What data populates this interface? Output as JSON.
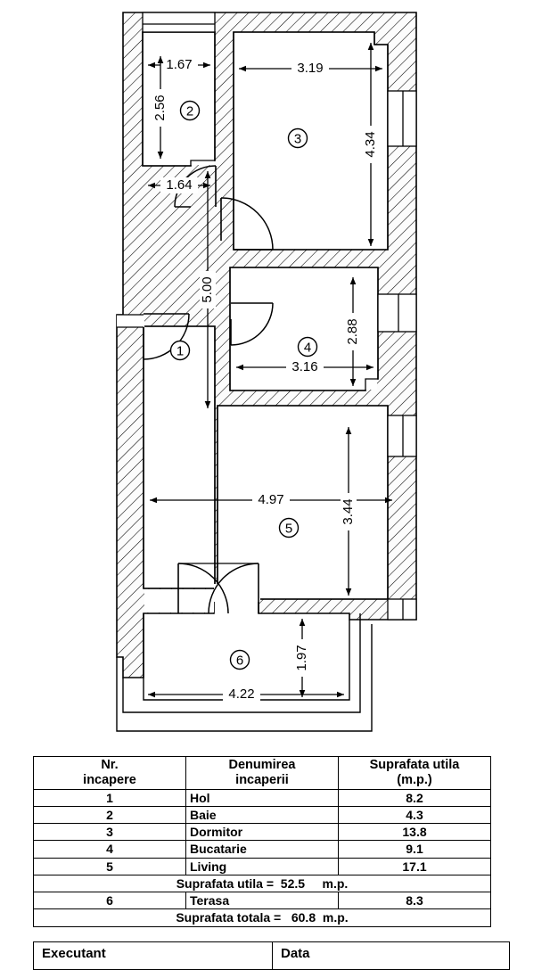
{
  "drawing": {
    "type": "architectural-floor-plan",
    "units": "meters",
    "rooms": [
      {
        "number": "1",
        "name_key": "hol"
      },
      {
        "number": "2",
        "name_key": "baie"
      },
      {
        "number": "3",
        "name_key": "dormitor"
      },
      {
        "number": "4",
        "name_key": "bucatarie"
      },
      {
        "number": "5",
        "name_key": "living"
      },
      {
        "number": "6",
        "name_key": "terasa"
      }
    ],
    "dimensions": {
      "bath_width": "1.67",
      "bath_height": "2.56",
      "hall_top_width": "1.64",
      "hall_height": "5.00",
      "bedroom_width": "3.19",
      "bedroom_height": "4.34",
      "kitchen_width": "3.16",
      "kitchen_height": "2.88",
      "living_width": "4.97",
      "living_height": "3.44",
      "terrace_width": "4.22",
      "terrace_height": "1.97"
    },
    "room_labels": {
      "r1": "1",
      "r2": "2",
      "r3": "3",
      "r4": "4",
      "r5": "5",
      "r6": "6"
    }
  },
  "table": {
    "headers": {
      "col_num_line1": "Nr.",
      "col_num_line2": "incapere",
      "col_name_line1": "Denumirea",
      "col_name_line2": "incaperii",
      "col_area_line1": "Suprafata utila",
      "col_area_line2": "(m.p.)"
    },
    "rows": [
      {
        "num": "1",
        "name": "Hol",
        "area": "8.2"
      },
      {
        "num": "2",
        "name": "Baie",
        "area": "4.3"
      },
      {
        "num": "3",
        "name": "Dormitor",
        "area": "13.8"
      },
      {
        "num": "4",
        "name": "Bucatarie",
        "area": "9.1"
      },
      {
        "num": "5",
        "name": "Living",
        "area": "17.1"
      }
    ],
    "subtotal_row": "Suprafata utila =  52.5     m.p.",
    "terrace_row": {
      "num": "6",
      "name": "Terasa",
      "area": "8.3"
    },
    "total_row": "Suprafata totala =   60.8  m.p."
  },
  "footer": {
    "executant_label": "Executant",
    "data_label": "Data"
  },
  "colors": {
    "ink": "#000000",
    "paper": "#ffffff",
    "hatch": "#000000"
  }
}
